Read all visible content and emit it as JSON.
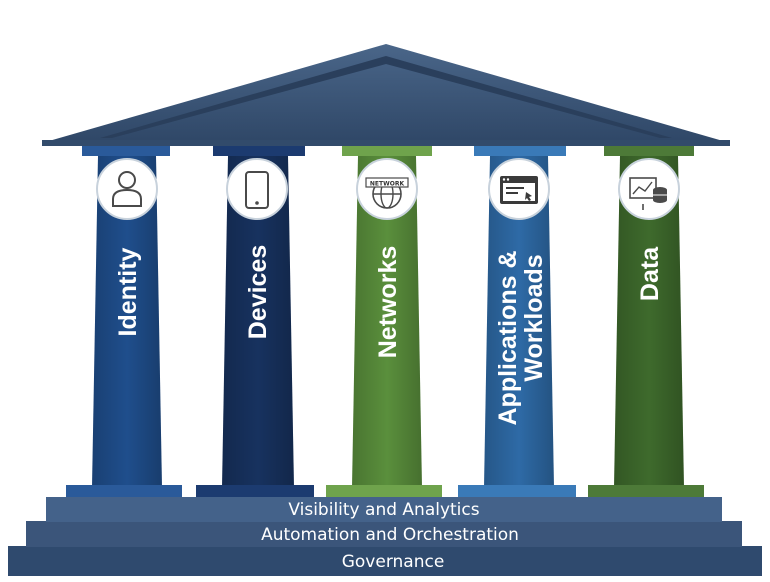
{
  "pillars": [
    {
      "label": "Identity",
      "icon": "user-icon",
      "color": "#1f4e8c"
    },
    {
      "label": "Devices",
      "icon": "mobile-device-icon",
      "color": "#17325f"
    },
    {
      "label": "Networks",
      "icon": "network-globe-icon",
      "icon_text": "NETWORK",
      "color": "#5a8f3c"
    },
    {
      "label_line1": "Applications &",
      "label_line2": "Workloads",
      "icon": "browser-window-icon",
      "color": "#2e6aa6"
    },
    {
      "label": "Data",
      "icon": "data-analytics-icon",
      "color": "#3e6a2c"
    }
  ],
  "foundation": [
    "Visibility and Analytics",
    "Automation and Orchestration",
    "Governance"
  ],
  "colors": {
    "roof": "#3a5373",
    "step": "#3b557a",
    "white": "#ffffff"
  }
}
